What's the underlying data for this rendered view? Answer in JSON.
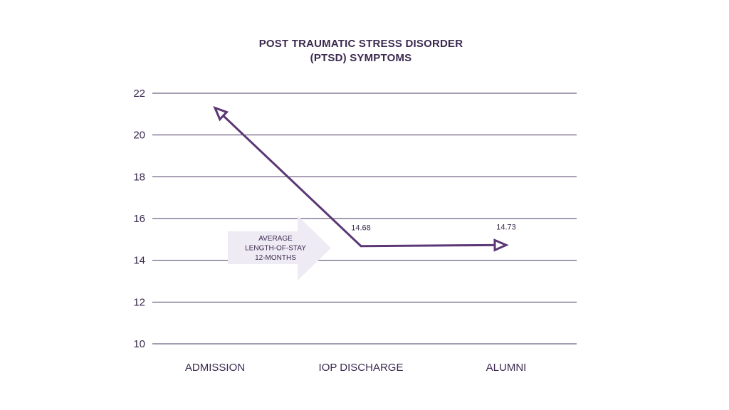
{
  "chart_data": {
    "type": "line",
    "title": [
      "POST TRAUMATIC STRESS DISORDER",
      "(PTSD) SYMPTOMS"
    ],
    "categories": [
      "ADMISSION",
      "IOP DISCHARGE",
      "ALUMNI"
    ],
    "values": [
      21.3,
      14.68,
      14.73
    ],
    "data_labels": [
      "",
      "14.68",
      "14.73"
    ],
    "ylim": [
      10,
      22
    ],
    "yticks": [
      10,
      12,
      14,
      16,
      18,
      20,
      22
    ],
    "grid": true,
    "annotation": {
      "lines": [
        "AVERAGE",
        "LENGTH-OF-STAY",
        "12-MONTHS"
      ]
    },
    "colors": {
      "line": "#5b3775",
      "grid": "#4a3a63",
      "text": "#3b2a4f",
      "annotation_fill": "#efebf4"
    }
  }
}
